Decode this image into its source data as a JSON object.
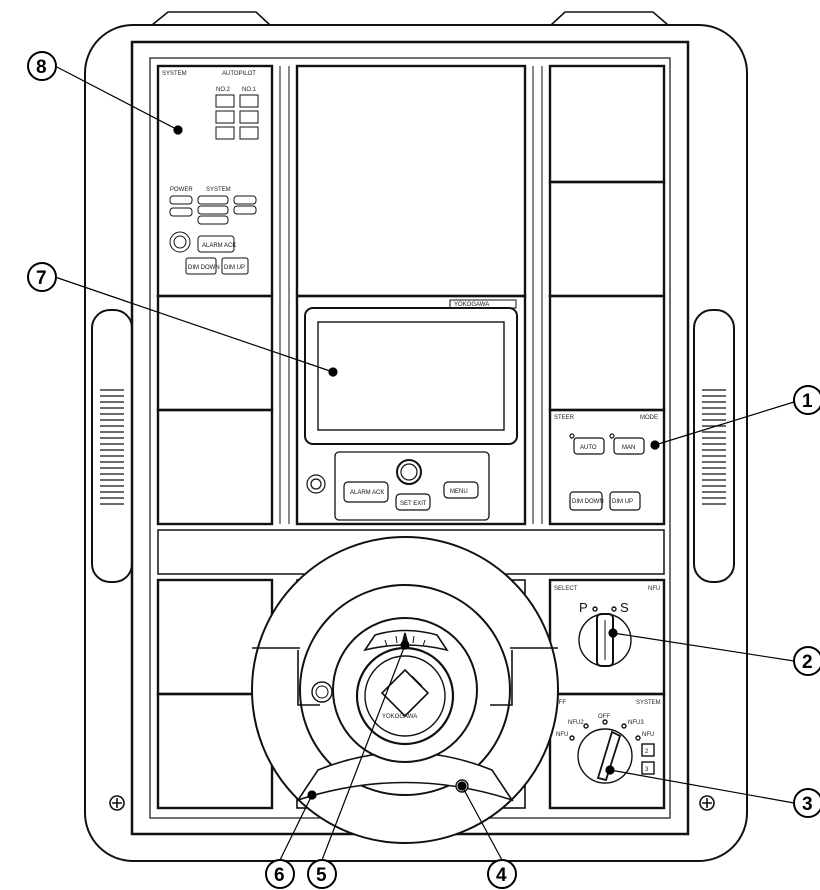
{
  "panel_8": {
    "header_left": "SYSTEM",
    "header_right": "AUTOPILOT",
    "col_no2": "NO.2",
    "col_no1": "NO.1",
    "power_label": "POWER",
    "system_label": "SYSTEM",
    "alarm_ack": "ALARM ACK",
    "dim_down": "DIM DOWN",
    "dim_up": "DIM UP"
  },
  "display_7": {
    "brand": "YOKOGAWA",
    "alarm_ack": "ALARM ACK",
    "set_exit": "SET EXIT",
    "menu": "MENU"
  },
  "panel_1": {
    "header_left": "STEER",
    "header_right": "MODE",
    "auto": "AUTO",
    "man": "MAN",
    "dim_down": "DIM DOWN",
    "dim_up": "DIM UP"
  },
  "panel_2": {
    "header_left": "SELECT",
    "header_right": "NFU",
    "p": "P",
    "s": "S"
  },
  "panel_3": {
    "header_left": "OFF",
    "header_right": "SYSTEM",
    "off": "OFF",
    "left1": "NFU2",
    "left2": "NFU",
    "right1": "NFU3",
    "right2": "NFU",
    "small1": "2",
    "small2": "3"
  },
  "wheel": {
    "brand": "YOKOGAWA"
  },
  "callouts": [
    "1",
    "2",
    "3",
    "4",
    "5",
    "6",
    "7",
    "8"
  ]
}
